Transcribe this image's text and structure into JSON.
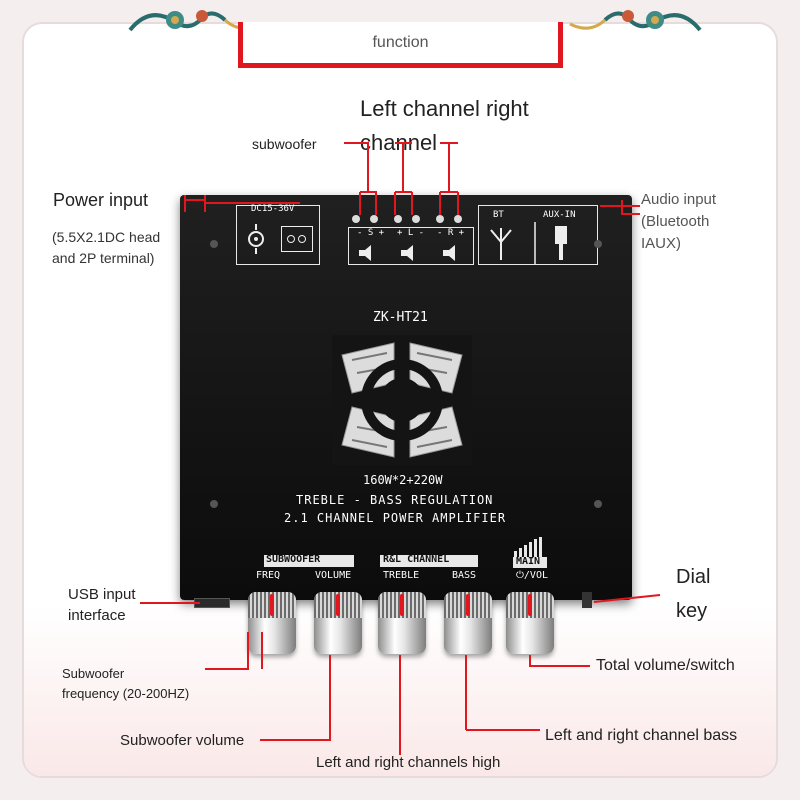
{
  "header": {
    "title": "function"
  },
  "labels": {
    "channels_line1": "Left channel right",
    "channels_line2": "channel",
    "subwoofer": "subwoofer",
    "power_input": "Power input",
    "power_input_detail_1": "(5.5X2.1DC head",
    "power_input_detail_2": "and 2P terminal)",
    "audio_input_1": "Audio input",
    "audio_input_2": "(Bluetooth",
    "audio_input_3": "IAUX)",
    "usb_input_1": "USB input",
    "usb_input_2": "interface",
    "dial_1": "Dial",
    "dial_2": "key",
    "subwoofer_freq_1": "Subwoofer",
    "subwoofer_freq_2": "frequency (20-200HZ)",
    "total_volume": "Total volume/switch",
    "subwoofer_volume": "Subwoofer volume",
    "lr_bass": "Left and right channel bass",
    "lr_high": "Left and right channels high"
  },
  "board": {
    "model": "ZK-HT21",
    "spec_1": "160W*2+220W",
    "spec_2": "TREBLE - BASS REGULATION",
    "spec_3": "2.1 CHANNEL POWER AMPLIFIER",
    "dc_label": "DC15-36V",
    "speaker_labels": [
      "- S +",
      "+ L -",
      "- R +"
    ],
    "bt_label": "BT",
    "aux_label": "AUX-IN",
    "group_subwoofer": "SUBWOOFER",
    "group_rl": "R&L CHANNEL",
    "group_main": "MAIN",
    "knob_labels": [
      "FREQ",
      "VOLUME",
      "TREBLE",
      "BASS",
      "⏻/VOL"
    ]
  },
  "colors": {
    "accent_red": "#e2161f",
    "board_black": "#141414",
    "silkscreen": "#e8e8e8"
  }
}
